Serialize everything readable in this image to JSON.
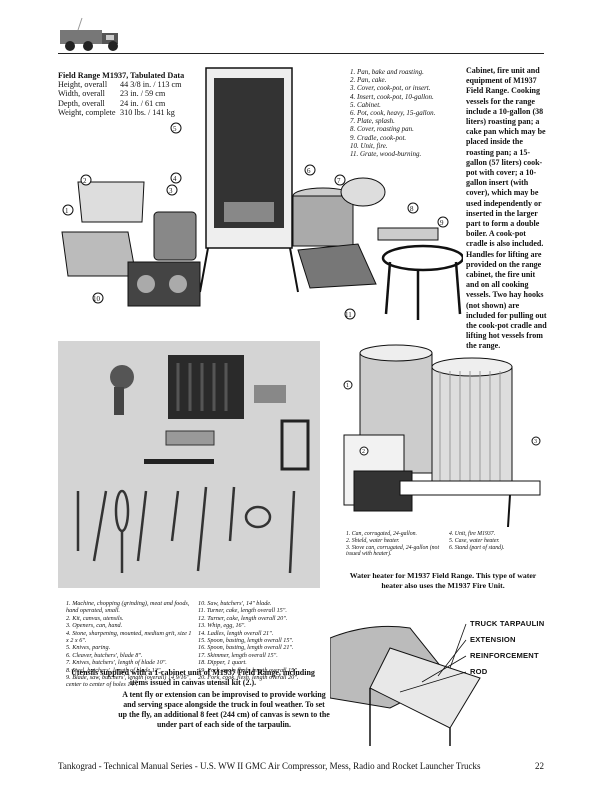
{
  "tabulated": {
    "title": "Field Range M1937, Tabulated Data",
    "rows": [
      {
        "label": "Height, overall",
        "value": "44 3/8 in. / 113 cm"
      },
      {
        "label": "Width, overall",
        "value": "23 in. / 59 cm"
      },
      {
        "label": "Depth, overall",
        "value": "24 in. / 61 cm"
      },
      {
        "label": "Weight, complete",
        "value": "310 lbs. / 141 kg"
      }
    ]
  },
  "range_parts": [
    "1. Pan, bake and roasting.",
    "2. Pan, cake.",
    "3. Cover, cook-pot, or insert.",
    "4. Insert, cook-pot, 10-gallon.",
    "5. Cabinet.",
    "6. Pot, cook, heavy, 15-gallon.",
    "7. Plate, splash.",
    "8. Cover, roasting pan.",
    "9. Cradle, cook-pot.",
    "10. Unit, fire.",
    "11. Grate, wood-burning."
  ],
  "side_text": "Cabinet, fire unit and equipment of M1937 Field Range. Cooking vessels for the range include a 10-gallon (38 liters) roasting pan; a cake pan which may be placed inside the roasting pan; a 15-gallon (57 liters) cook-pot with cover; a 10-gallon insert (with cover), which may be used independently or inserted in the larger part to form a double boiler. A cook-pot cradle is also included. Handles for lifting are provided on the range cabinet, the fire unit and on all cooking vessels. Two hay hooks (not shown) are included for pulling out the cook-pot cradle and lifting hot vessels from the range.",
  "utensils_list_left": [
    "1. Machine, chopping (grinding), meat and foods, hand operated, small.",
    "2. Kit, canvas, utensils.",
    "3. Openers, can, hand.",
    "4. Stone, sharpening, mounted, medium grit, size 1 x 2 x 6\".",
    "5. Knives, paring.",
    "6. Cleaver, butchers', blade 8\".",
    "7. Knives, butchers', length of blade 10\".",
    "8. Steel, butchers', length of blade 12\".",
    "9. Blade, saw, butchers', length (overall) 14 9/16\", center to center of holes 14\"."
  ],
  "utensils_list_right": [
    "10. Saw, butchers', 14\" blade.",
    "11. Turner, cake, length overall 15\".",
    "12. Turner, cake, length overall 20\".",
    "13. Whip, egg, 16\".",
    "14. Ladles, length overall 21\".",
    "15. Spoon, basting, length overall 15\".",
    "16. Spoon, basting, length overall 21\".",
    "17. Skimmer, length overall 15\".",
    "18. Dipper, 1 quart.",
    "19. Fork, cook, flesh, length overall 15\".",
    "20. Fork, cook, flesh, length overall 20\"."
  ],
  "utensils_caption": "Utensils supplied with a 1-cabinet unit of M1937 Field Range, including items issued in canvas utensil kit (2.).",
  "water_heater_parts": [
    "1. Can, corrugated, 24-gallon.",
    "2. Shield, water heater.",
    "3. Stove can, corrugated, 24-gallon (not issued with heater).",
    "4. Unit, fire M1937.",
    "5. Case, water heater.",
    "6. Stand (part of stand)."
  ],
  "water_heater_caption": "Water heater for M1937 Field Range. This type of water heater also uses the M1937 Fire Unit.",
  "tarp_labels": [
    "TRUCK TARPAULIN",
    "EXTENSION",
    "REINFORCEMENT",
    "ROD"
  ],
  "tent_caption": "A tent fly or extension can be improvised to provide working and serving space alongside the truck in foul weather. To set up the fly, an additional 8 feet (244 cm) of canvas is sewn to the under part of each side of the tarpaulin.",
  "footer": {
    "text": "Tankograd - Technical Manual Series - U.S. WW II GMC Air Compressor, Mess, Radio and Rocket Launcher Trucks",
    "page": "22"
  }
}
